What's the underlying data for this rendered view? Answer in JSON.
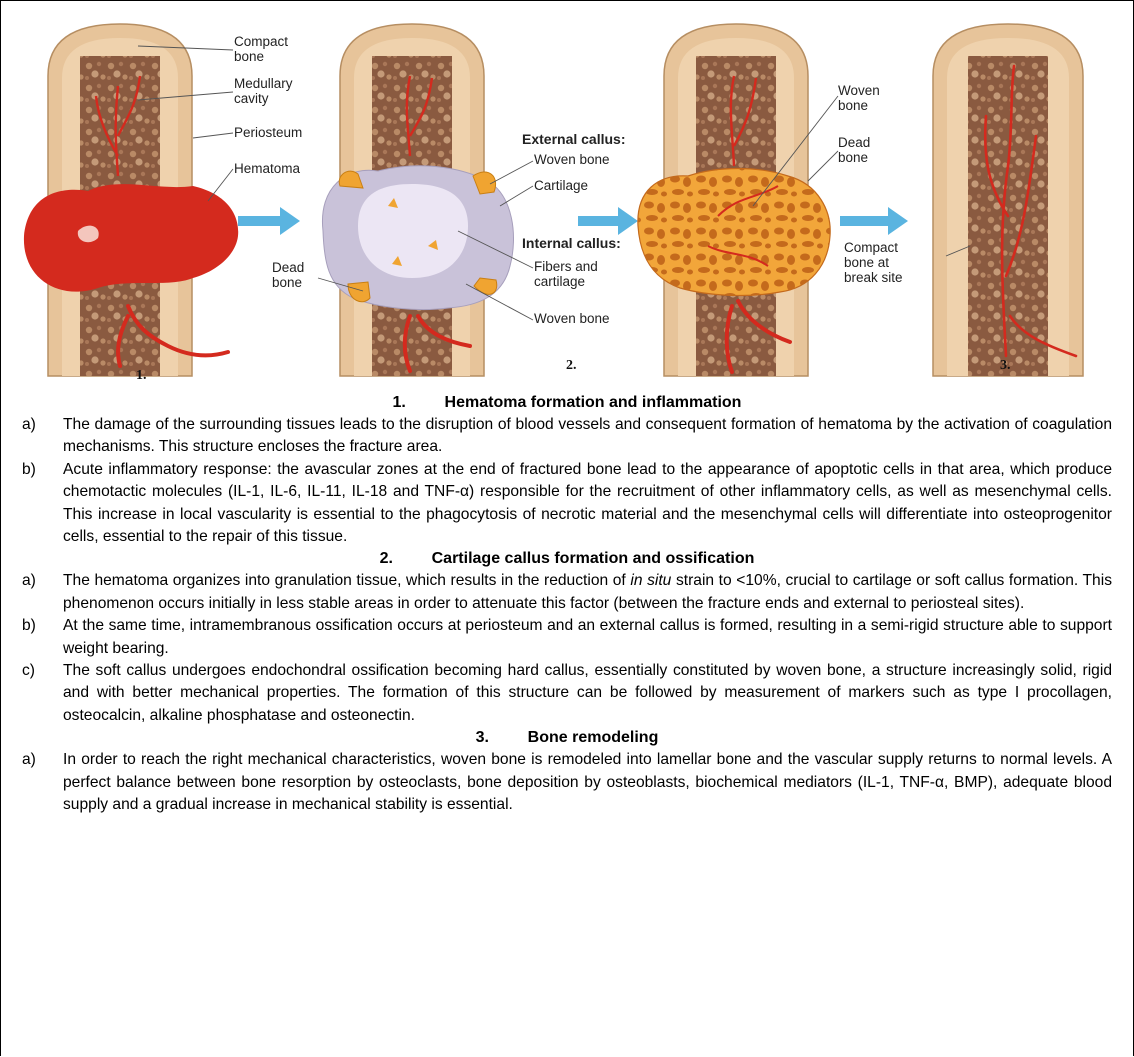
{
  "figure": {
    "labels": {
      "compact_bone": [
        "Compact",
        "bone"
      ],
      "medullary_cavity": [
        "Medullary",
        "cavity"
      ],
      "periosteum": "Periosteum",
      "hematoma": "Hematoma",
      "dead_bone_1": [
        "Dead",
        "bone"
      ],
      "external_callus": "External callus:",
      "woven_bone_ext": "Woven bone",
      "cartilage": "Cartilage",
      "internal_callus": "Internal callus:",
      "fibers_cartilage": [
        "Fibers and",
        "cartilage"
      ],
      "woven_bone_int": "Woven bone",
      "woven_bone_3": [
        "Woven",
        "bone"
      ],
      "dead_bone_3": [
        "Dead",
        "bone"
      ],
      "compact_break": [
        "Compact",
        "bone at",
        "break site"
      ]
    },
    "numbers": [
      "1.",
      "2.",
      "3."
    ],
    "colors": {
      "bone": "#e7c49a",
      "marrow": "#8a5a40",
      "blood": "#d42a1e",
      "arrow": "#5ab4e0",
      "callus": "#f0a431",
      "cartilage": "#e6def0"
    }
  },
  "sections": [
    {
      "number": "1.",
      "title": "Hematoma formation and inflammation",
      "items": [
        {
          "marker": "a)",
          "text": "The damage of the surrounding tissues leads to the disruption of blood vessels and consequent formation of hematoma by the activation of coagulation mechanisms. This structure encloses the fracture area."
        },
        {
          "marker": "b)",
          "text": "Acute inflammatory response: the avascular zones at the end of fractured bone lead to the appearance of apoptotic cells in that area, which produce chemotactic molecules (IL-1, IL-6, IL-11, IL-18 and TNF-α) responsible for the recruitment of other inflammatory cells, as well as mesenchymal cells. This increase in local vascularity is essential to the phagocytosis of necrotic material and the mesenchymal cells will differentiate into osteoprogenitor cells, essential to the repair of this tissue."
        }
      ]
    },
    {
      "number": "2.",
      "title": "Cartilage callus formation and ossification",
      "items": [
        {
          "marker": "a)",
          "text_pre": "The hematoma organizes into granulation tissue, which results in the reduction of ",
          "text_italic": "in situ",
          "text_post": " strain to <10%, crucial to cartilage or soft callus formation. This phenomenon occurs initially in less stable areas in order to attenuate this factor (between the fracture ends and external to periosteal sites)."
        },
        {
          "marker": "b)",
          "text": "At the same time, intramembranous ossification occurs at periosteum and an external callus is formed, resulting in a semi-rigid structure able to support weight bearing."
        },
        {
          "marker": "c)",
          "text": "The soft callus undergoes endochondral ossification becoming hard callus, essentially constituted by woven bone, a structure increasingly solid, rigid and with better mechanical properties. The formation of this structure can be followed by measurement of markers such as type I procollagen, osteocalcin, alkaline phosphatase and osteonectin."
        }
      ]
    },
    {
      "number": "3.",
      "title": "Bone remodeling",
      "items": [
        {
          "marker": "a)",
          "text": "In order to reach the right mechanical characteristics, woven bone is remodeled into lamellar bone and the vascular supply returns to normal levels. A perfect balance between bone resorption by osteoclasts, bone deposition by osteoblasts, biochemical mediators (IL-1, TNF-α, BMP), adequate blood supply and a gradual increase in mechanical stability is essential."
        }
      ]
    }
  ]
}
